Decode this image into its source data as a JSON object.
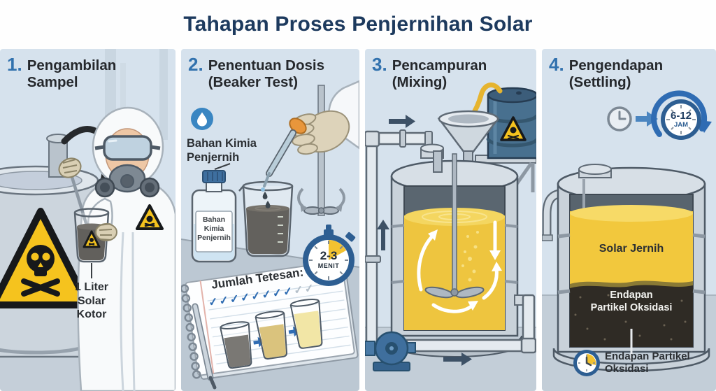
{
  "title": "Tahapan Proses Penjernihan Solar",
  "colors": {
    "accent_blue": "#3272ae",
    "title_navy": "#1d3a5e",
    "panel_bg": "#d6e2ed",
    "warning_yellow": "#f5c31e",
    "dark_fuel": "#2e2b26",
    "clear_fuel_yellow": "#f0c63e",
    "clock_rim_blue": "#2d5e92"
  },
  "panel1": {
    "number": "1.",
    "title": "Pengambilan Sampel",
    "sample_label": "1 Liter\nSolar\nKotor"
  },
  "panel2": {
    "number": "2.",
    "title": "Penentuan Dosis (Beaker Test)",
    "chemical_label": "Bahan Kimia\nPenjernih",
    "bottle_label": "Bahan\nKimia\nPenjernih",
    "timer_value": "2-3",
    "timer_unit": "MENIT",
    "notebook_title": "Jumlah Tetesan:",
    "checks_done": "✓✓✓✓✓✓✓✓",
    "checks_todo": "✓✓"
  },
  "panel3": {
    "number": "3.",
    "title": "Pencampuran (Mixing)"
  },
  "panel4": {
    "number": "4.",
    "title": "Pengendapan (Settling)",
    "duration_value": "6-12",
    "duration_unit": "JAM",
    "clear_layer_label": "Solar Jernih",
    "sediment_layer_label": "Endapan\nPartikel Oksidasi",
    "bottom_label": "Endapan Partikel\nOksidasi"
  }
}
